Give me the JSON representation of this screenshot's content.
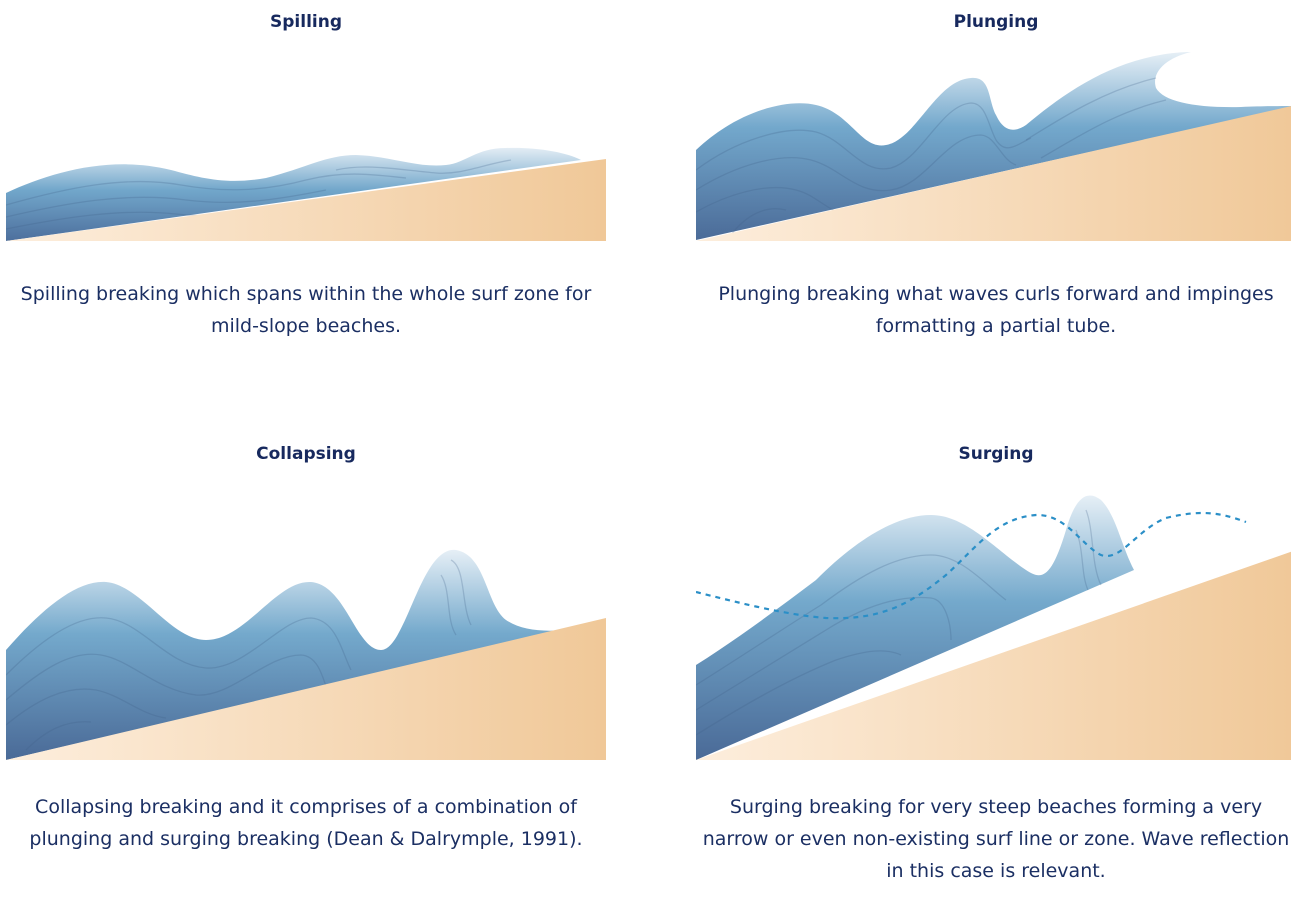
{
  "panels": {
    "spilling": {
      "title": "Spilling",
      "caption": "Spilling breaking which spans within the whole surf zone for mild-slope beaches."
    },
    "plunging": {
      "title": "Plunging",
      "caption": "Plunging breaking what waves curls forward and impinges formatting a partial tube."
    },
    "collapsing": {
      "title": "Collapsing",
      "caption": "Collapsing breaking and it comprises of a combination of plunging and surging breaking (Dean & Dalrymple, 1991)."
    },
    "surging": {
      "title": "Surging",
      "caption": "Surging breaking for very steep beaches forming a very narrow or even non-existing surf line or zone. Wave reflection in this case is relevant."
    }
  },
  "colors": {
    "title": "#17295e",
    "caption": "#1b2f63",
    "water_light": "#dce8f2",
    "water_mid": "#6ea3c7",
    "water_dark": "#4a6f9c",
    "sand_light": "#fbe6cf",
    "sand_dark": "#f0c796",
    "reflection_line": "#2b8fc7"
  }
}
